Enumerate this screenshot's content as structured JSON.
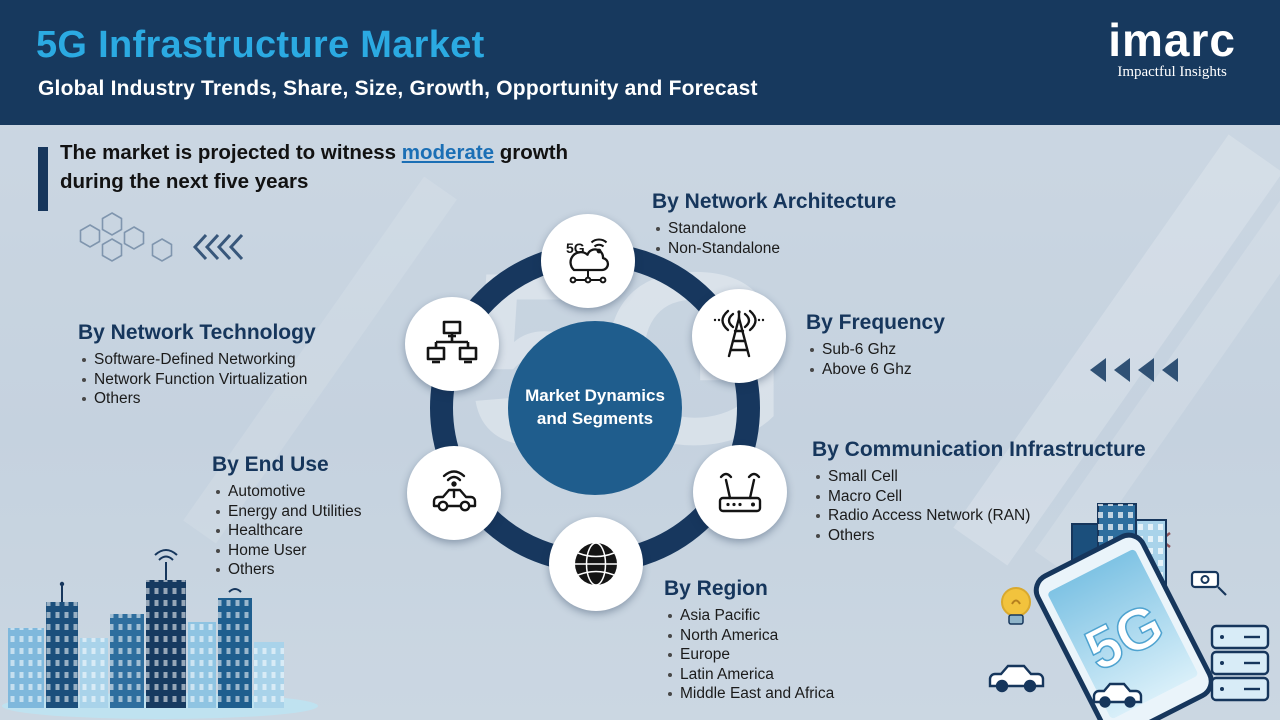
{
  "header": {
    "title": "5G Infrastructure Market",
    "subtitle": "Global Industry Trends, Share, Size, Growth, Opportunity and Forecast",
    "logo_text": "imarc",
    "logo_tagline": "Impactful Insights"
  },
  "headline": {
    "pre": "The market is projected to witness ",
    "highlight": "moderate",
    "post": " growth during the next five years"
  },
  "watermark": "5G",
  "center": {
    "line1": "Market Dynamics",
    "line2": "and Segments"
  },
  "segments": [
    {
      "title": "By Network Architecture",
      "icon": "cloud-5g-icon",
      "items": [
        "Standalone",
        "Non-Standalone"
      ]
    },
    {
      "title": "By Frequency",
      "icon": "signal-tower-icon",
      "items": [
        "Sub-6 Ghz",
        "Above 6 Ghz"
      ]
    },
    {
      "title": "By Communication Infrastructure",
      "icon": "router-icon",
      "items": [
        "Small Cell",
        "Macro Cell",
        "Radio Access Network (RAN)",
        "Others"
      ]
    },
    {
      "title": "By Region",
      "icon": "globe-icon",
      "items": [
        "Asia Pacific",
        "North America",
        "Europe",
        "Latin America",
        "Middle East and Africa"
      ]
    },
    {
      "title": "By End Use",
      "icon": "connected-car-icon",
      "items": [
        "Automotive",
        "Energy and Utilities",
        "Healthcare",
        "Home User",
        "Others"
      ]
    },
    {
      "title": "By Network Technology",
      "icon": "network-hierarchy-icon",
      "items": [
        "Software-Defined Networking",
        "Network Function Virtualization",
        "Others"
      ]
    }
  ],
  "illustration": {
    "phone_label": "5G"
  },
  "colors": {
    "header_navy": "#17395E",
    "title_cyan": "#2BAAE2",
    "body_bg": "#C9D5E0",
    "center_blue": "#1F5D8D",
    "ring_navy": "#17375E",
    "heading_navy": "#16365C",
    "link_blue": "#1B6FB5"
  }
}
